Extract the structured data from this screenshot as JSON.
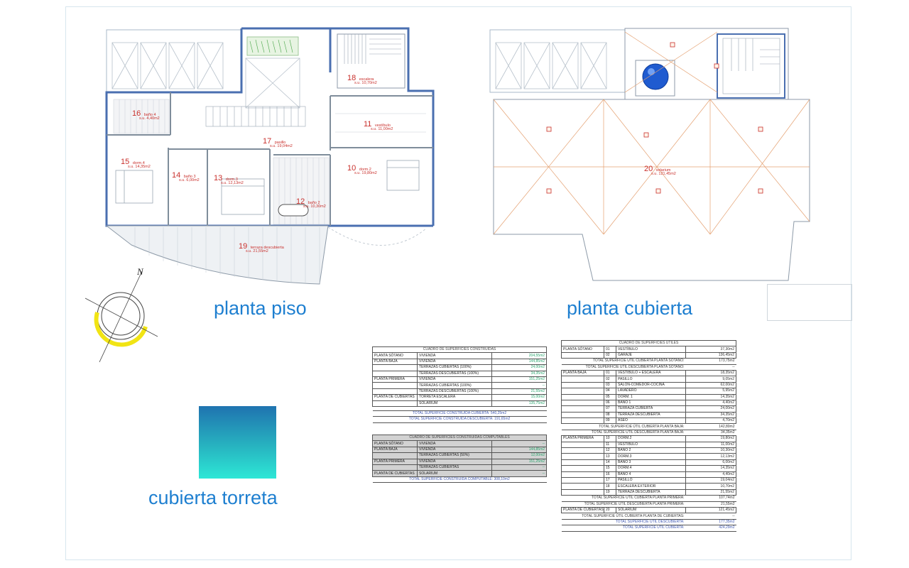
{
  "titles": {
    "piso": "planta piso",
    "cubierta": "planta cubierta",
    "torreta": "cubierta torreta"
  },
  "compass_label": "N",
  "rooms_piso": [
    {
      "num": "18",
      "name": "escalera",
      "area": "s.u. 10,70m2"
    },
    {
      "num": "16",
      "name": "baño 4",
      "area": "s.u. 4,40m2"
    },
    {
      "num": "11",
      "name": "vestíbulo",
      "area": "s.u. 11,00m2"
    },
    {
      "num": "17",
      "name": "pasillo",
      "area": "s.u. 19,04m2"
    },
    {
      "num": "15",
      "name": "dorm.4",
      "area": "s.u. 14,35m2"
    },
    {
      "num": "14",
      "name": "baño 3",
      "area": "s.u. 6,00m2"
    },
    {
      "num": "13",
      "name": "dorm.3",
      "area": "s.u. 12,13m2"
    },
    {
      "num": "10",
      "name": "dorm.2",
      "area": "s.u. 19,80m2"
    },
    {
      "num": "12",
      "name": "baño 2",
      "area": "s.u. 10,30m2"
    },
    {
      "num": "19",
      "name": "terraza descubierta",
      "area": "s.u. 21,55m2"
    }
  ],
  "rooms_cubierta": [
    {
      "num": "20",
      "name": "solarium",
      "area": "s.u. 121,45m2"
    }
  ],
  "colors": {
    "wall": "#aab9c9",
    "wall_blue": "#4a6fb0",
    "room_red": "#c9302c",
    "title_blue": "#1e7fd0",
    "value_green": "#2aa66e",
    "total_blue": "#3e57b0"
  },
  "construidas": {
    "header": "CUADRO DE SUPERFICIES CONSTRUIDAS",
    "rows": [
      {
        "planta": "PLANTA SÓTANO",
        "concepto": "VIVIENDA",
        "valor": "204,55m2"
      },
      {
        "planta": "PLANTA BAJA",
        "concepto": "VIVIENDA",
        "valor": "144,85m2"
      },
      {
        "planta": "",
        "concepto": "TERRAZAS CUBIERTAS (100%)",
        "valor": "24,00m2"
      },
      {
        "planta": "",
        "concepto": "TERRAZAS DESCUBIERTAS (100%)",
        "valor": "34,35m2"
      },
      {
        "planta": "PLANTA PRIMERA",
        "concepto": "VIVIENDA",
        "valor": "151,25m2"
      },
      {
        "planta": "",
        "concepto": "TERRAZAS CUBIERTAS (100%)",
        "valor": "--"
      },
      {
        "planta": "",
        "concepto": "TERRAZAS DESCUBIERTAS (100%)",
        "valor": "21,55m2"
      },
      {
        "planta": "PLANTA DE CUBIERTAS",
        "concepto": "TORRETA ESCALERA",
        "valor": "15,00m2"
      },
      {
        "planta": "",
        "concepto": "SOLARIUM",
        "valor": "135,75m2"
      }
    ],
    "total1": "TOTAL SUPERFICIE CONSTRUIDA CUBIERTA: 540,25m2",
    "total2": "TOTAL SUPERFICIE CONSTRUIDA DESCUBIERTA: 191,65m2"
  },
  "computables": {
    "header": "CUADRO DE SUPERFICIES CONSTRUIDAS COMPUTABLES",
    "rows": [
      {
        "planta": "PLANTA SÓTANO",
        "concepto": "VIVIENDA",
        "valor": "--"
      },
      {
        "planta": "PLANTA BAJA",
        "concepto": "VIVIENDA",
        "valor": "144,85m2"
      },
      {
        "planta": "",
        "concepto": "TERRAZAS CUBIERTAS (50%)",
        "valor": "12,00m2"
      },
      {
        "planta": "PLANTA PRIMERA",
        "concepto": "VIVIENDA",
        "valor": "151,25m2"
      },
      {
        "planta": "",
        "concepto": "TERRAZAS CUBIERTAS",
        "valor": "--"
      },
      {
        "planta": "PLANTA DE CUBIERTAS",
        "concepto": "SOLARIUM",
        "valor": "--"
      }
    ],
    "total": "TOTAL SUPERFICIE CONSTRUIDA COMPUTABLE: 308,10m2"
  },
  "utiles": {
    "header": "CUADRO DE SUPERFICIES ÚTILES",
    "rows": [
      {
        "planta": "PLANTA SÓTANO",
        "num": "01",
        "concepto": "VESTÍBULO",
        "valor": "37,30m2"
      },
      {
        "planta": "",
        "num": "02",
        "concepto": "GARAJE",
        "valor": "136,45m2"
      },
      {
        "total": "TOTAL SUPERFICIE ÚTIL CUBIERTA PLANTA SÓTANO:",
        "valor": "173,75m2"
      },
      {
        "total": "TOTAL SUPERFICIE ÚTIL DESCUBIERTA PLANTA SÓTANO:",
        "valor": "--"
      },
      {
        "planta": "PLANTA BAJA",
        "num": "01",
        "concepto": "VESTÍBULO + ESCALERA",
        "valor": "18,35m2"
      },
      {
        "planta": "",
        "num": "02",
        "concepto": "PASILLO",
        "valor": "9,05m2"
      },
      {
        "planta": "",
        "num": "03",
        "concepto": "SALÓN-COMEDOR-COCINA",
        "valor": "62,00m2"
      },
      {
        "planta": "",
        "num": "04",
        "concepto": "LAVADERO",
        "valor": "5,95m2"
      },
      {
        "planta": "",
        "num": "05",
        "concepto": "DORM. 1",
        "valor": "14,35m2"
      },
      {
        "planta": "",
        "num": "06",
        "concepto": "BAÑO 1",
        "valor": "4,40m2"
      },
      {
        "planta": "",
        "num": "07",
        "concepto": "TERRAZA CUBIERTA",
        "valor": "24,00m2"
      },
      {
        "planta": "",
        "num": "08",
        "concepto": "TERRAZA DESCUBIERTA",
        "valor": "34,35m2"
      },
      {
        "planta": "",
        "num": "09",
        "concepto": "ASEO",
        "valor": "4,70m2"
      },
      {
        "total": "TOTAL SUPERFICIE ÚTIL CUBIERTA PLANTA BAJA:",
        "valor": "142,80m2"
      },
      {
        "total": "TOTAL SUPERFICIE ÚTIL DESCUBIERTA PLANTA BAJA:",
        "valor": "34,35m2"
      },
      {
        "planta": "PLANTA PRIMERA",
        "num": "10",
        "concepto": "DORM.2",
        "valor": "19,80m2"
      },
      {
        "planta": "",
        "num": "11",
        "concepto": "VESTÍBULO",
        "valor": "11,00m2"
      },
      {
        "planta": "",
        "num": "12",
        "concepto": "BAÑO 2",
        "valor": "10,30m2"
      },
      {
        "planta": "",
        "num": "13",
        "concepto": "DORM.3",
        "valor": "12,13m2"
      },
      {
        "planta": "",
        "num": "14",
        "concepto": "BAÑO 3",
        "valor": "6,00m2"
      },
      {
        "planta": "",
        "num": "15",
        "concepto": "DORM.4",
        "valor": "14,35m2"
      },
      {
        "planta": "",
        "num": "16",
        "concepto": "BAÑO 4",
        "valor": "4,40m2"
      },
      {
        "planta": "",
        "num": "17",
        "concepto": "PASILLO",
        "valor": "19,04m2"
      },
      {
        "planta": "",
        "num": "18",
        "concepto": "ESCALERA EXTERIOR",
        "valor": "10,70m2"
      },
      {
        "planta": "",
        "num": "19",
        "concepto": "TERRAZA DESCUBIERTA",
        "valor": "21,55m2"
      },
      {
        "total": "TOTAL SUPERFICIE ÚTIL CUBIERTA PLANTA PRIMERA:",
        "valor": "107,74m2"
      },
      {
        "total": "TOTAL SUPERFICIE ÚTIL DESCUBIERTA PLANTA PRIMERA:",
        "valor": "21,55m2"
      },
      {
        "planta": "PLANTA DE CUBIERTAS",
        "num": "20",
        "concepto": "SOLARIUM",
        "valor": "121,45m2"
      },
      {
        "total": "TOTAL SUPERFICIE ÚTIL CUBIERTA PLANTA DE CUBIERTAS:",
        "valor": "--"
      },
      {
        "total": "TOTAL SUPERFICIE ÚTIL DESCUBIERTA:",
        "valor": "177,35m2"
      },
      {
        "total": "TOTAL SUPERFICIE ÚTIL CUBIERTA:",
        "valor": "424,29m2"
      }
    ]
  }
}
